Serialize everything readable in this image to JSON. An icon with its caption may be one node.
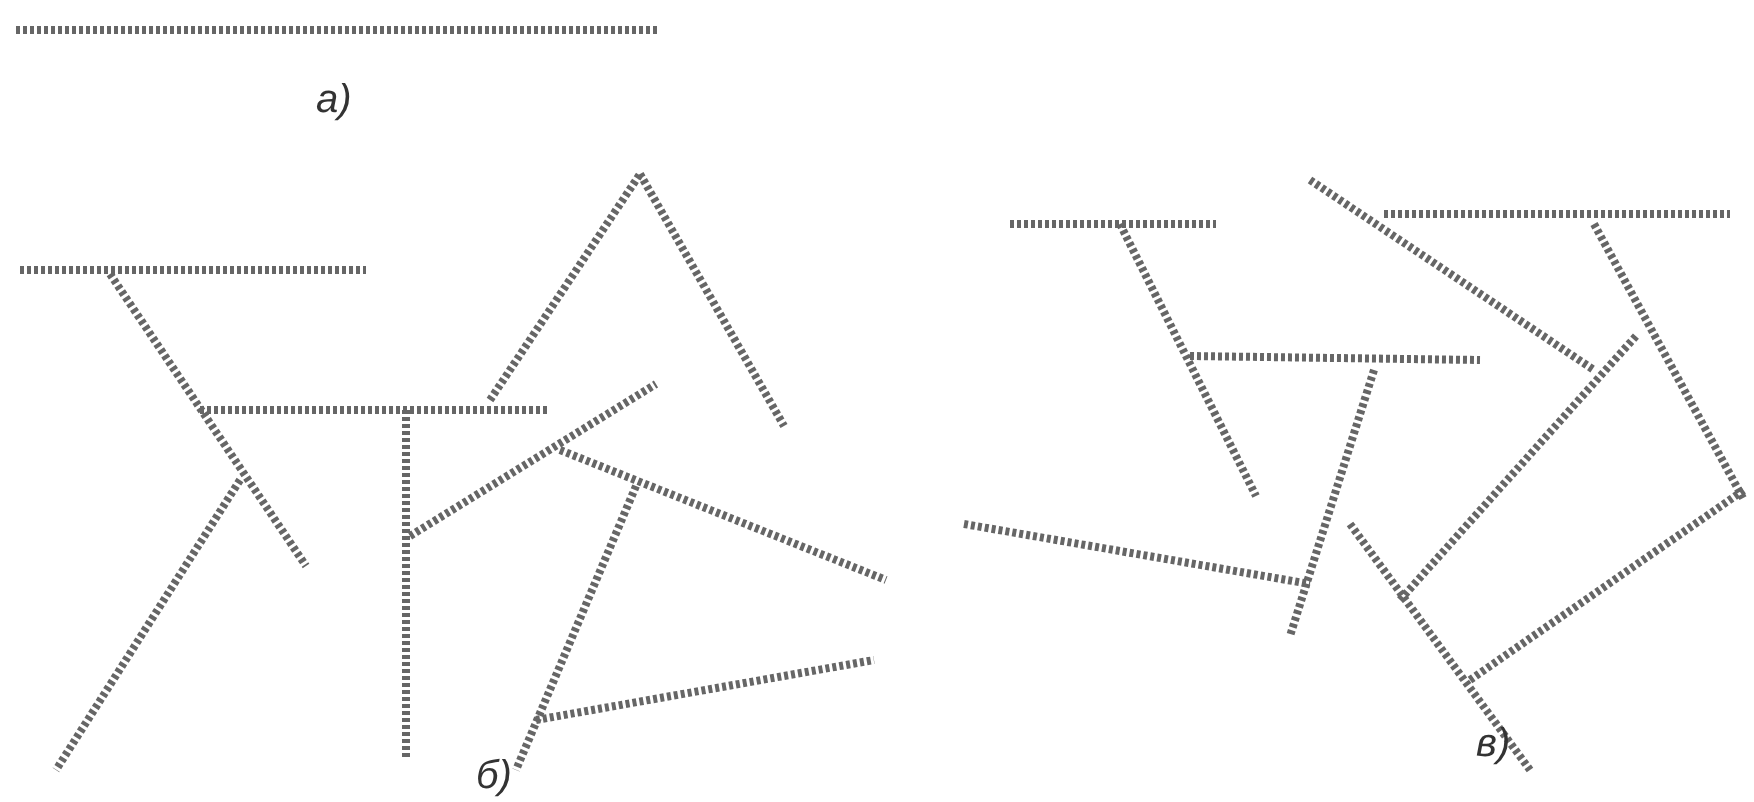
{
  "diagram": {
    "labels": [
      "а)",
      "б)",
      "в)"
    ]
  }
}
